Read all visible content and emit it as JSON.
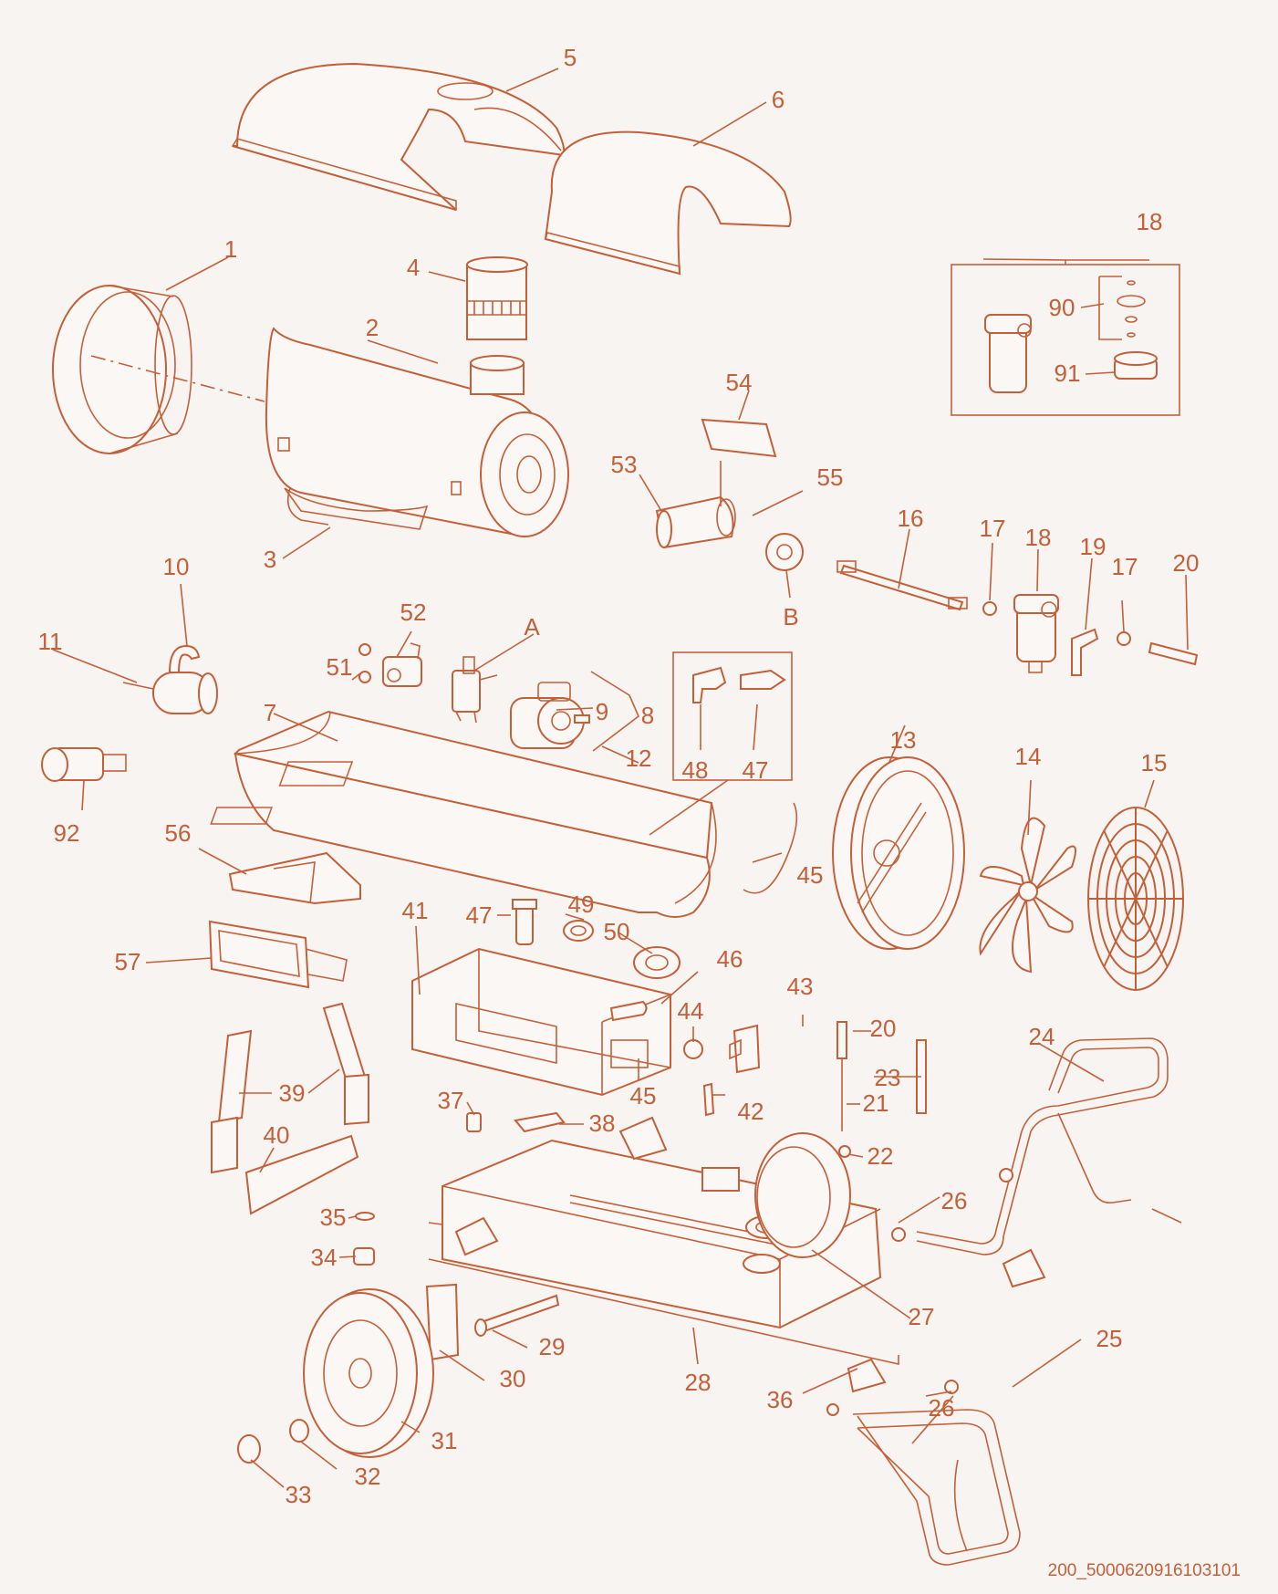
{
  "colors": {
    "line": "#c2603a",
    "background": "#f7f4f1"
  },
  "diagram": {
    "reference_code": "200_5000620916103101",
    "callouts": [
      {
        "text": "1"
      },
      {
        "text": "2"
      },
      {
        "text": "3"
      },
      {
        "text": "4"
      },
      {
        "text": "5"
      },
      {
        "text": "6"
      },
      {
        "text": "7"
      },
      {
        "text": "8"
      },
      {
        "text": "9"
      },
      {
        "text": "10"
      },
      {
        "text": "11"
      },
      {
        "text": "12"
      },
      {
        "text": "13"
      },
      {
        "text": "14"
      },
      {
        "text": "15"
      },
      {
        "text": "16"
      },
      {
        "text": "17"
      },
      {
        "text": "17"
      },
      {
        "text": "18"
      },
      {
        "text": "18"
      },
      {
        "text": "19"
      },
      {
        "text": "20"
      },
      {
        "text": "20"
      },
      {
        "text": "21"
      },
      {
        "text": "22"
      },
      {
        "text": "23"
      },
      {
        "text": "24"
      },
      {
        "text": "25"
      },
      {
        "text": "26"
      },
      {
        "text": "26"
      },
      {
        "text": "27"
      },
      {
        "text": "28"
      },
      {
        "text": "29"
      },
      {
        "text": "30"
      },
      {
        "text": "31"
      },
      {
        "text": "32"
      },
      {
        "text": "33"
      },
      {
        "text": "34"
      },
      {
        "text": "35"
      },
      {
        "text": "36"
      },
      {
        "text": "37"
      },
      {
        "text": "38"
      },
      {
        "text": "39"
      },
      {
        "text": "40"
      },
      {
        "text": "41"
      },
      {
        "text": "42"
      },
      {
        "text": "43"
      },
      {
        "text": "44"
      },
      {
        "text": "45"
      },
      {
        "text": "45"
      },
      {
        "text": "46"
      },
      {
        "text": "47"
      },
      {
        "text": "47"
      },
      {
        "text": "48"
      },
      {
        "text": "49"
      },
      {
        "text": "50"
      },
      {
        "text": "51"
      },
      {
        "text": "52"
      },
      {
        "text": "53"
      },
      {
        "text": "54"
      },
      {
        "text": "55"
      },
      {
        "text": "56"
      },
      {
        "text": "57"
      },
      {
        "text": "90"
      },
      {
        "text": "91"
      },
      {
        "text": "92"
      },
      {
        "text": "A"
      },
      {
        "text": "B"
      }
    ]
  }
}
